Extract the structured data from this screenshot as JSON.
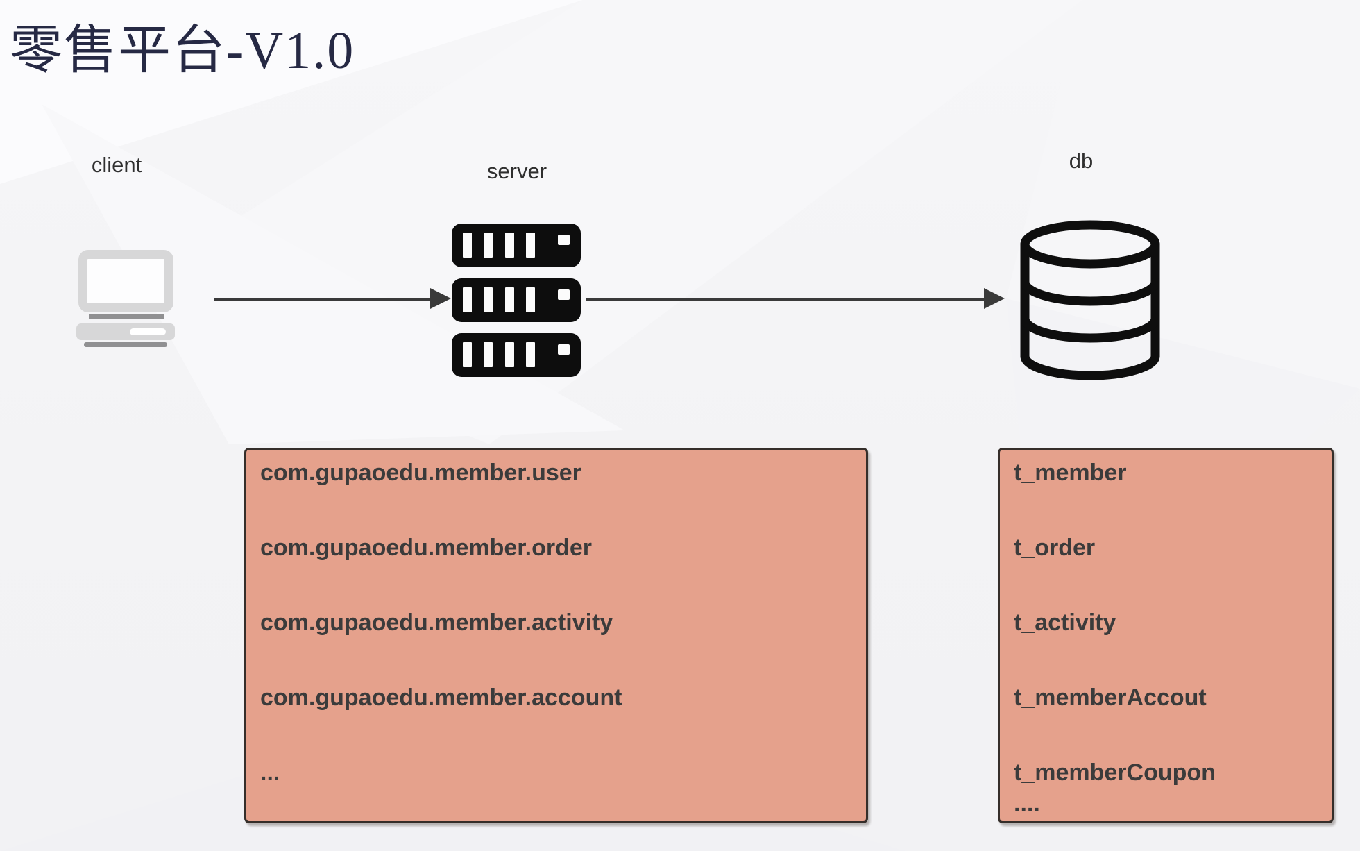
{
  "title": "零售平台-V1.0",
  "diagram": {
    "client": {
      "label": "client",
      "icon": "desktop-computer-icon"
    },
    "server": {
      "label": "server",
      "icon": "server-rack-icon"
    },
    "db": {
      "label": "db",
      "icon": "database-cylinder-icon"
    }
  },
  "package_box": {
    "items": [
      "com.gupaoedu.member.user",
      "com.gupaoedu.member.order",
      "com.gupaoedu.member.activity",
      "com.gupaoedu.member.account",
      "..."
    ]
  },
  "table_box": {
    "items": [
      "t_member",
      "t_order",
      "t_activity",
      "t_memberAccout",
      "t_memberCoupon",
      "...."
    ]
  },
  "colors": {
    "box_fill": "#e5a18c",
    "box_border": "#352e2a",
    "box_text": "#3b3b3b",
    "arrow": "#3a3a3a",
    "icon_black": "#0d0d0d",
    "title": "#262944",
    "label_text": "#2f2f2f",
    "client_gray": "#d7d7d8",
    "client_dark_gray": "#909092",
    "background": "#f4f4f6"
  }
}
